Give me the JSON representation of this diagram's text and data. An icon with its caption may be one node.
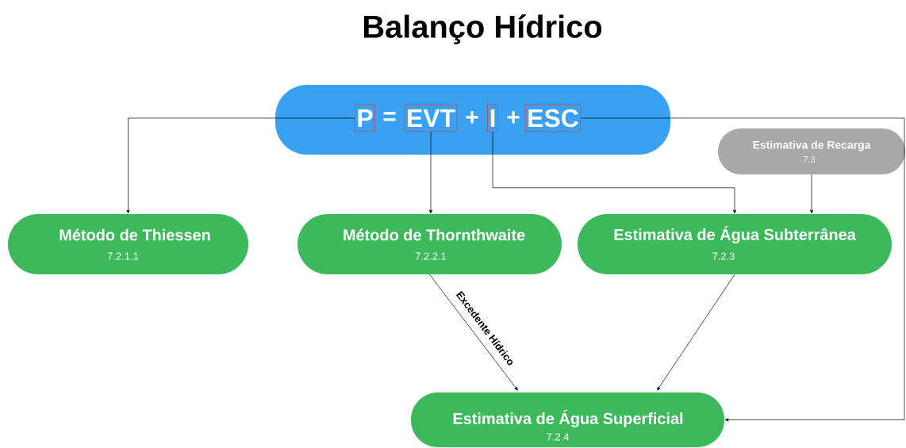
{
  "diagram": {
    "title": "Balanço Hídrico",
    "nodes": [
      {
        "text": [
          "=",
          "+",
          "+"
        ]
      },
      {
        "text": [
          "P"
        ],
        "in": 0
      },
      {
        "text": [
          "EVT"
        ],
        "in": 0
      },
      {
        "text": [
          "I"
        ],
        "in": 0
      },
      {
        "text": [
          "ESC"
        ],
        "in": 0
      },
      {
        "text": [
          "Estimativa de Recarga",
          "7.3"
        ]
      },
      {
        "text": [
          "Método de Thiessen",
          "7.2.1.1"
        ]
      },
      {
        "text": [
          "Método de Thornthwaite",
          "7.2.2.1"
        ]
      },
      {
        "text": [
          "Estimativa de Água Subterrânea",
          "7.2.3"
        ]
      },
      {
        "text": [
          "Estimativa de Água Superficial",
          "7.2.4"
        ]
      }
    ],
    "edges": [
      {
        "from": 1,
        "to": 6,
        "arrow": "to"
      },
      {
        "from": 2,
        "to": 7,
        "arrow": "to"
      },
      {
        "from": 3,
        "to": 8,
        "arrow": "to"
      },
      {
        "from": 4,
        "to": 9,
        "arrow": "to"
      },
      {
        "from": 5,
        "to": 8,
        "arrow": "to"
      },
      {
        "from": 7,
        "to": 9,
        "arrow": "to",
        "label": "Excedente Hídrico"
      },
      {
        "from": 8,
        "to": 9,
        "arrow": "to"
      }
    ]
  }
}
